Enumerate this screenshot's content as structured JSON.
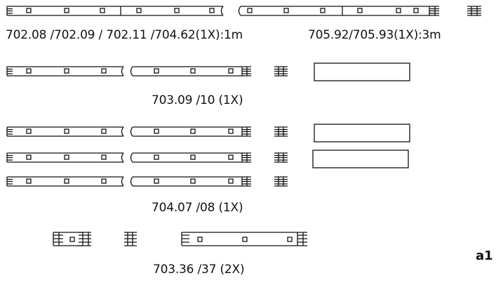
{
  "labels": {
    "row1_left": "702.08 /702.09 / 702.11 /704.62(1X):1m",
    "row1_right": "705.92/705.93(1X):3m",
    "group2": "703.09 /10 (1X)",
    "group3": "704.07 /08 (1X)",
    "group4": "703.36 /37 (2X)",
    "corner": "a1"
  },
  "colors": {
    "stroke": "#111111",
    "background": "#ffffff"
  },
  "icons": [
    "led-strip-icon",
    "connector-icon",
    "power-supply-box-icon"
  ]
}
